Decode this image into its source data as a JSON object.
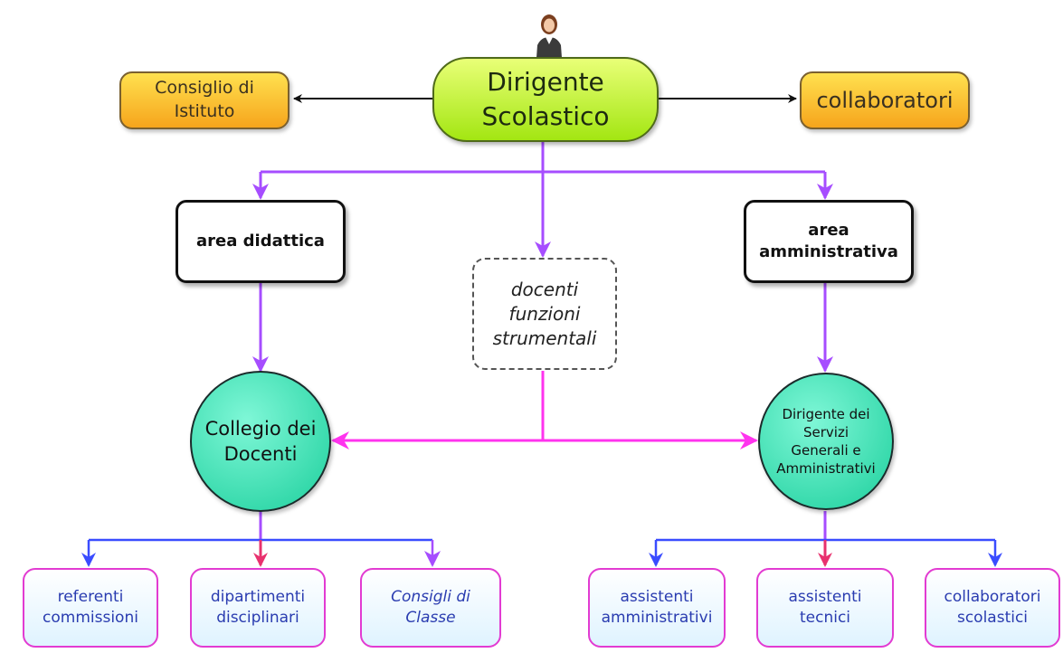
{
  "nodes": {
    "dirigente": "Dirigente\nScolastico",
    "consiglio": "Consiglio di\nIstituto",
    "collaboratori": "collaboratori",
    "area_didattica": "area didattica",
    "area_amministrativa": "area\namministrativa",
    "docenti_funzioni": "docenti\nfunzioni\nstrumentali",
    "collegio": "Collegio dei\nDocenti",
    "dsga": "Dirigente dei\nServizi\nGenerali e\nAmministrativi",
    "referenti": "referenti\ncommissioni",
    "dipartimenti": "dipartimenti\ndisciplinari",
    "consigli_classe": "Consigli di\nClasse",
    "assistenti_amm": "assistenti\namministrativi",
    "assistenti_tec": "assistenti\ntecnici",
    "collaboratori_scol": "collaboratori\nscolastici"
  },
  "icons": {
    "avatar": "person-avatar-icon"
  },
  "colors": {
    "black_arrow": "#111111",
    "purple_arrow": "#a64dff",
    "magenta_arrow": "#ff33ee",
    "blue_arrow": "#3a4cff",
    "red_arrow": "#e8316e"
  }
}
